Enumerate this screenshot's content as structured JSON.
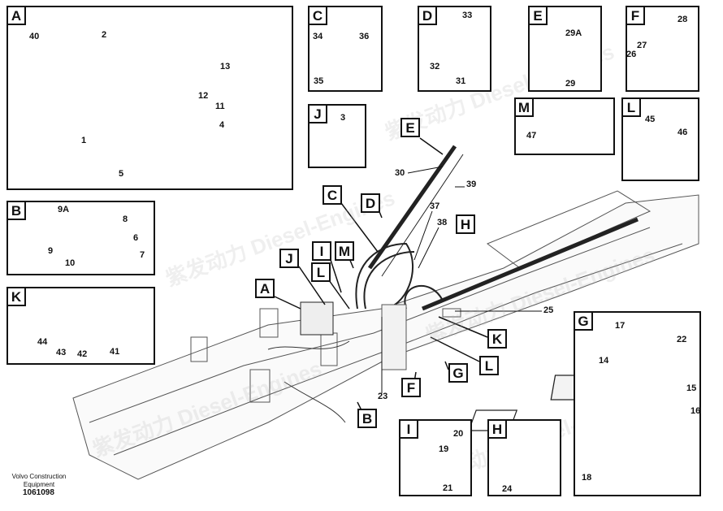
{
  "title": "Volvo parts diagram 1061098",
  "detail_boxes": {
    "A": "A",
    "B": "B",
    "K": "K",
    "C": "C",
    "D": "D",
    "E": "E",
    "F": "F",
    "J": "J",
    "M": "M",
    "L": "L",
    "G": "G",
    "I": "I",
    "H": "H"
  },
  "callouts": {
    "E": "E",
    "C": "C",
    "D": "D",
    "H": "H",
    "I": "I",
    "M": "M",
    "J": "J",
    "L1": "L",
    "A": "A",
    "K": "K",
    "L2": "L",
    "G": "G",
    "F": "F",
    "B": "B"
  },
  "part_numbers": {
    "p40": "40",
    "p2": "2",
    "p13": "13",
    "p12": "12",
    "p11": "11",
    "p4": "4",
    "p1": "1",
    "p5": "5",
    "p9A": "9A",
    "p8": "8",
    "p6": "6",
    "p9": "9",
    "p10": "10",
    "p7": "7",
    "p44": "44",
    "p43": "43",
    "p42": "42",
    "p41": "41",
    "p34": "34",
    "p36": "36",
    "p35": "35",
    "p33": "33",
    "p32": "32",
    "p31": "31",
    "p29A": "29A",
    "p29": "29",
    "p28": "28",
    "p27": "27",
    "p26": "26",
    "p3": "3",
    "p47": "47",
    "p45": "45",
    "p46": "46",
    "p30": "30",
    "p39": "39",
    "p37": "37",
    "p38": "38",
    "p25": "25",
    "p23": "23",
    "p17": "17",
    "p22": "22",
    "p14": "14",
    "p15": "15",
    "p16": "16",
    "p18": "18",
    "p20": "20",
    "p19": "19",
    "p21": "21",
    "p24": "24"
  },
  "footer": {
    "maker_line1": "Volvo Construction",
    "maker_line2": "Equipment",
    "drawing_number": "1061098"
  },
  "watermark": "紫发动力 Diesel-Engines"
}
